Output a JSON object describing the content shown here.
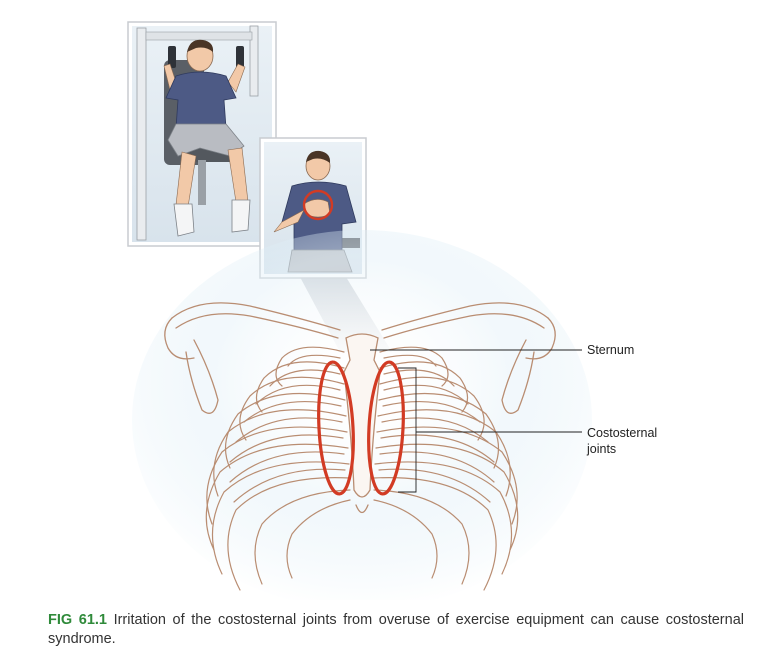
{
  "figure": {
    "labels": {
      "sternum": "Sternum",
      "costosternal_line1": "Costosternal",
      "costosternal_line2": "joints"
    },
    "caption": {
      "label": "FIG 61.1",
      "text": "Irritation of the costosternal joints from overuse of exercise equipment can cause costosternal syndrome."
    },
    "colors": {
      "caption_label": "#2f8a3a",
      "highlight_ring": "#d23b24",
      "bone_outline": "#b98d72",
      "shirt": "#4d5a85",
      "shorts": "#b9bcc2",
      "glow": "#cfe6f3"
    }
  }
}
